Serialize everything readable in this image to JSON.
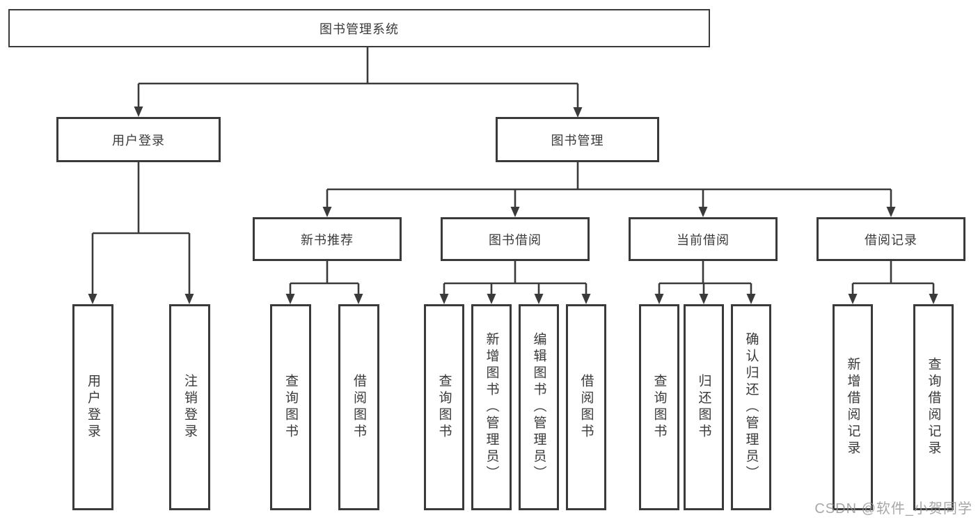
{
  "diagram": {
    "type": "hierarchy",
    "root": {
      "label": "图书管理系统"
    },
    "level2": [
      {
        "label": "用户登录",
        "parent": "图书管理系统"
      },
      {
        "label": "图书管理",
        "parent": "图书管理系统"
      }
    ],
    "level3": [
      {
        "label": "新书推荐",
        "parent": "图书管理"
      },
      {
        "label": "图书借阅",
        "parent": "图书管理"
      },
      {
        "label": "当前借阅",
        "parent": "图书管理"
      },
      {
        "label": "借阅记录",
        "parent": "图书管理"
      }
    ],
    "leaves": [
      {
        "label": "用户登录",
        "parent": "用户登录"
      },
      {
        "label": "注销登录",
        "parent": "用户登录"
      },
      {
        "label": "查询图书",
        "parent": "新书推荐"
      },
      {
        "label": "借阅图书",
        "parent": "新书推荐"
      },
      {
        "label": "查询图书",
        "parent": "图书借阅"
      },
      {
        "label": "新增图书（管理员）",
        "parent": "图书借阅"
      },
      {
        "label": "编辑图书（管理员）",
        "parent": "图书借阅"
      },
      {
        "label": "借阅图书",
        "parent": "图书借阅"
      },
      {
        "label": "查询图书",
        "parent": "当前借阅"
      },
      {
        "label": "归还图书",
        "parent": "当前借阅"
      },
      {
        "label": "确认归还（管理员）",
        "parent": "当前借阅"
      },
      {
        "label": "新增借阅记录",
        "parent": "借阅记录"
      },
      {
        "label": "查询借阅记录",
        "parent": "借阅记录"
      }
    ]
  },
  "watermark": {
    "text": "CSDN @软件_小贺同学"
  },
  "colors": {
    "line": "#3a3a3a",
    "text": "#3a3a3a",
    "background": "#ffffff",
    "watermark": "#919191"
  }
}
